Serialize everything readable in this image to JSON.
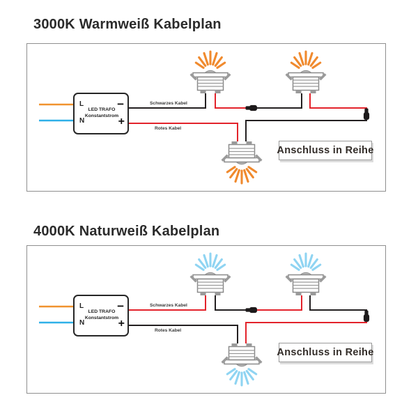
{
  "colors": {
    "wire_black": "#231f20",
    "wire_red": "#e3232b",
    "wire_orange": "#f0922e",
    "wire_blue": "#2fb0e8",
    "ray_warm": "#f08a2e",
    "ray_cool": "#8fd4f2",
    "fixture_gray": "#8a8a8a",
    "panel_border": "#8f8f8f",
    "text_dark": "#2b2b2b"
  },
  "diagrams": [
    {
      "title": "3000K Warmweiß Kabelplan",
      "ray_color": "#f08a2e",
      "wire_a": "#231f20",
      "wire_b": "#e3232b",
      "trafo": {
        "terminal_l": "L",
        "terminal_n": "N",
        "name_line1": "LED TRAFO",
        "name_line2": "Konstantstrom",
        "terminal_minus": "−",
        "terminal_plus": "+"
      },
      "labels": {
        "minus_cable": "Schwarzes Kabel",
        "plus_cable": "Rotes Kabel",
        "note": "Anschluss in Reihe"
      }
    },
    {
      "title": "4000K Naturweiß Kabelplan",
      "ray_color": "#8fd4f2",
      "wire_a": "#e3232b",
      "wire_b": "#231f20",
      "trafo": {
        "terminal_l": "L",
        "terminal_n": "N",
        "name_line1": "LED TRAFO",
        "name_line2": "Konstantstrom",
        "terminal_minus": "−",
        "terminal_plus": "+"
      },
      "labels": {
        "minus_cable": "Schwarzes Kabel",
        "plus_cable": "Rotes Kabel",
        "note": "Anschluss in Reihe"
      }
    }
  ]
}
